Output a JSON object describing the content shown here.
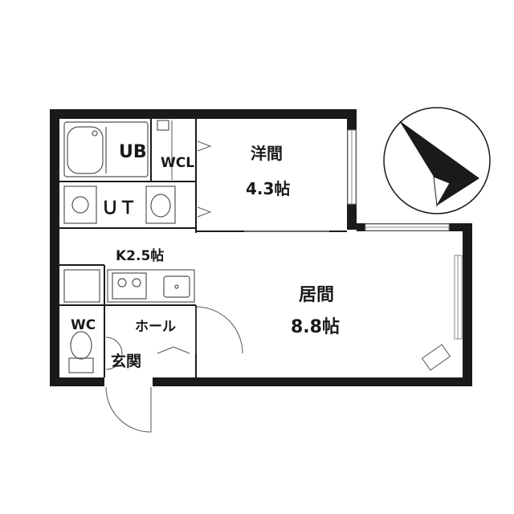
{
  "rooms": {
    "ub": "UB",
    "wcl": "WCL",
    "yoma_name": "洋間",
    "yoma_size": "4.3帖",
    "ut": "ＵＴ",
    "kitchen": "K2.5帖",
    "ima_name": "居間",
    "ima_size": "8.8帖",
    "wc": "WC",
    "hall": "ホール",
    "genkan": "玄関"
  },
  "compass": {
    "icon": "north-arrow-icon"
  },
  "colors": {
    "wall": "#1a1a1a",
    "fixture": "#555555",
    "window": "#888888"
  }
}
